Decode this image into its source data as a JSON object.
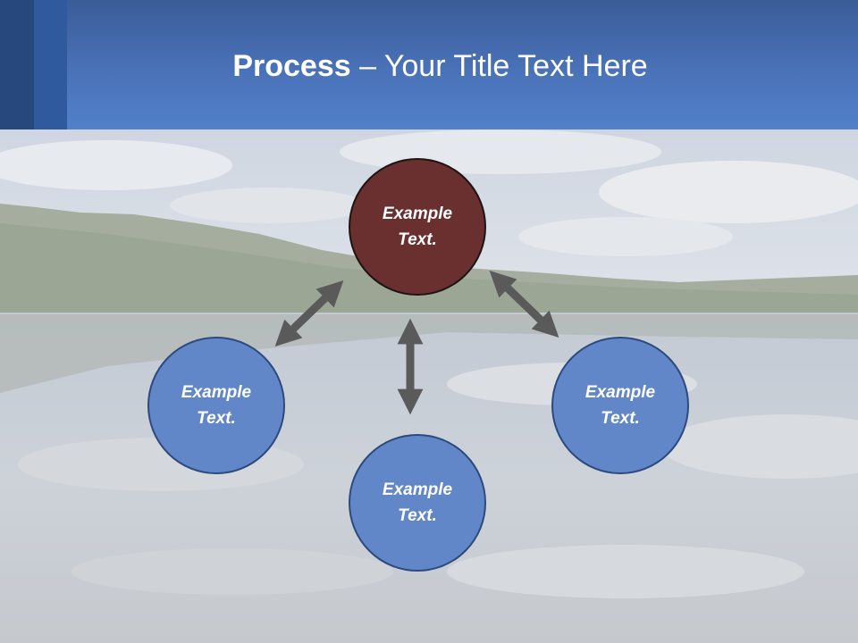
{
  "slide": {
    "title_bold": "Process",
    "title_rest": " – Your Title Text Here"
  },
  "nodes": [
    {
      "id": "top",
      "label_line1": "Example",
      "label_line2": "Text.",
      "color": "#6a2f2f"
    },
    {
      "id": "left",
      "label_line1": "Example",
      "label_line2": "Text.",
      "color": "#6287c9"
    },
    {
      "id": "bottom",
      "label_line1": "Example",
      "label_line2": "Text.",
      "color": "#6287c9"
    },
    {
      "id": "right",
      "label_line1": "Example",
      "label_line2": "Text.",
      "color": "#6287c9"
    }
  ],
  "connectors": [
    {
      "from": "top",
      "to": "left",
      "type": "double-arrow"
    },
    {
      "from": "top",
      "to": "bottom",
      "type": "double-arrow"
    },
    {
      "from": "top",
      "to": "right",
      "type": "double-arrow"
    }
  ],
  "colors": {
    "header": "#4a72b8",
    "header_band_dark": "#26487d",
    "arrow": "#5a5a5a"
  }
}
